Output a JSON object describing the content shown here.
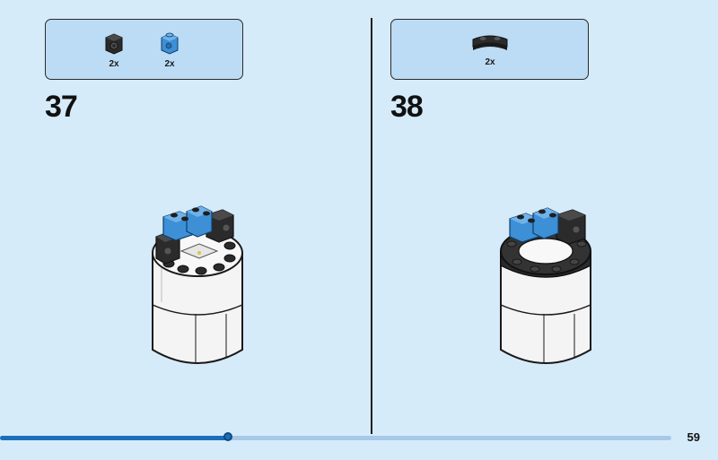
{
  "page_number": "59",
  "progress_fraction": 0.34,
  "steps": [
    {
      "number": "37",
      "parts": [
        {
          "icon": "black-stud-brick-icon",
          "color": "#2b2b2b",
          "qty": "2x"
        },
        {
          "icon": "blue-stud-brick-icon",
          "color": "#3d8fd6",
          "qty": "2x"
        }
      ]
    },
    {
      "number": "38",
      "parts": [
        {
          "icon": "black-curved-plate-icon",
          "color": "#2b2b2b",
          "qty": "2x"
        }
      ]
    }
  ]
}
